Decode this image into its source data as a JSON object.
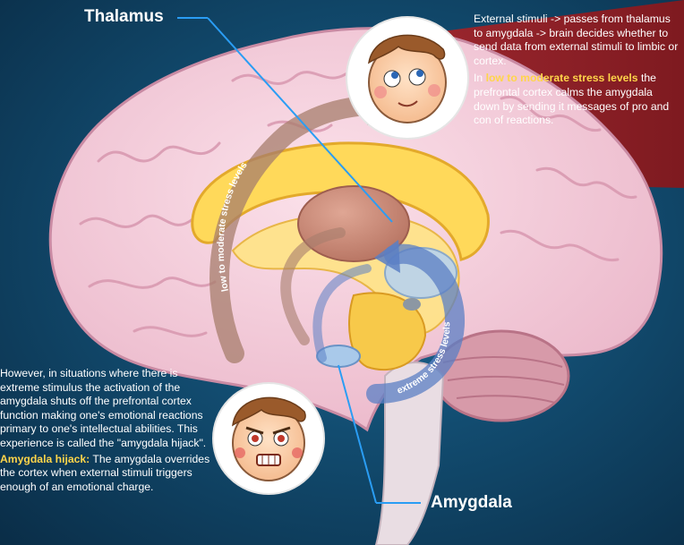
{
  "labels": {
    "thalamus": "Thalamus",
    "amygdala": "Amygdala"
  },
  "arrows": {
    "low_to_moderate": "low to moderate stress levels",
    "extreme": "extreme stress levels"
  },
  "right_panel": {
    "para1": "External stimuli -> passes from thalamus to amygdala -> brain decides whether to send data from external stimuli to limbic or cortex.",
    "para2_prefix": "In ",
    "para2_highlight": "low to moderate stress levels",
    "para2_rest": " the prefrontal cortex calms the amygdala down by sending it messages of pro and con of reactions."
  },
  "left_panel": {
    "para1": "However, in situations where there is extreme stimulus the activation of the amygdala shuts off the prefrontal cortex function making one's emotional reactions primary to one's intellectual abilities. This experience is called the \"amygdala hijack\".",
    "para2_highlight": "Amygdala hijack:",
    "para2_rest": " The amygdala overrides the cortex when external stimuli triggers enough of an emotional charge."
  },
  "colors": {
    "background": "#124c70",
    "brain_pink": "#f3c9d8",
    "brain_outline": "#c98aa3",
    "thalamus": "#c98a78",
    "corpus_yellow": "#ffd95a",
    "amygdala_blue": "#a9c9ea",
    "arrow_brown": "#a77d6c",
    "arrow_blue": "#5b7fc4",
    "pointer_blue": "#2a9df4",
    "highlight": "#ffd54a",
    "red_banner": "#a3252b"
  }
}
